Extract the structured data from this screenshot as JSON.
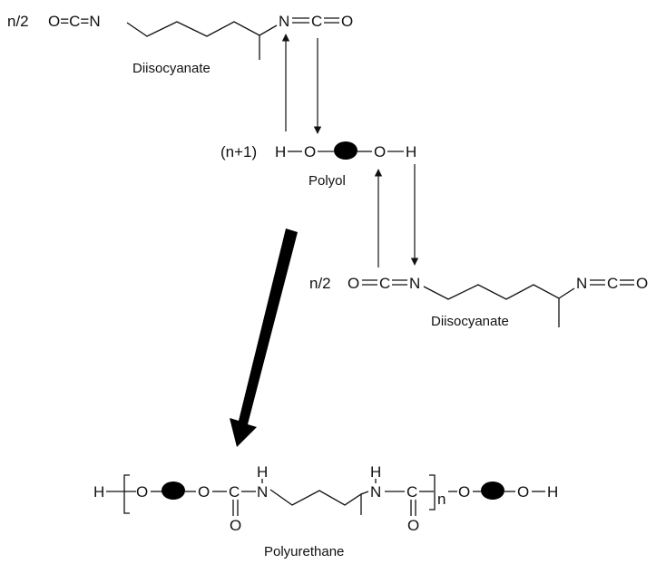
{
  "colors": {
    "ink": "#111111",
    "background": "#ffffff",
    "polyol_core": "#000000"
  },
  "top_diisocyanate": {
    "coef": "n/2",
    "left_group": "O=C=N",
    "right_n": "N",
    "right_c": "C",
    "right_o": "O",
    "label": "Diisocyanate"
  },
  "polyol": {
    "coef": "(n+1)",
    "h_left": "H",
    "o_left": "O",
    "o_right": "O",
    "h_right": "H",
    "label": "Polyol"
  },
  "bottom_diisocyanate": {
    "coef": "n/2",
    "left_o": "O",
    "left_c": "C",
    "left_n": "N",
    "right_n": "N",
    "right_c": "C",
    "right_o": "O",
    "label": "Diisocyanate"
  },
  "polyurethane": {
    "h_start": "H",
    "o1": "O",
    "o2": "O",
    "c1": "C",
    "o_c1": "O",
    "nh1_h": "H",
    "nh1_n": "N",
    "nh2_h": "H",
    "nh2_n": "N",
    "c2": "C",
    "o_c2": "O",
    "repeat_n": "n",
    "o3": "O",
    "o4": "O",
    "h_end": "H",
    "label": "Polyurethane"
  }
}
